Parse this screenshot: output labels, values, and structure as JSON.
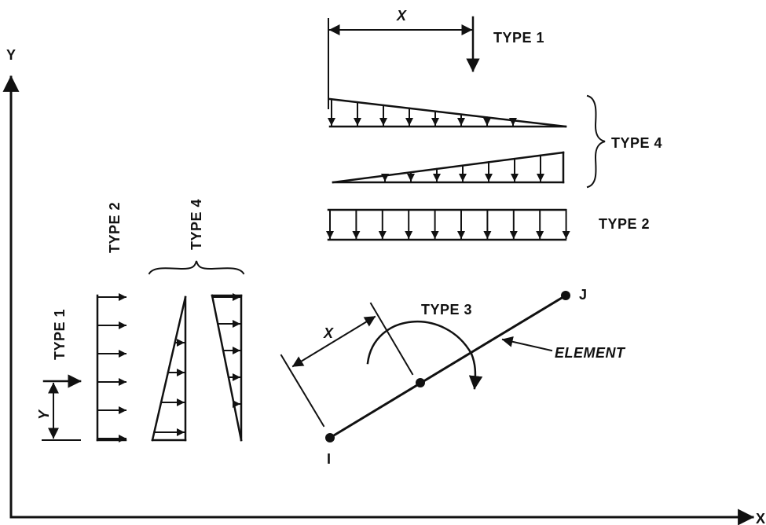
{
  "axes": {
    "y_label": "Y",
    "x_label": "X"
  },
  "labels": {
    "type1_top": "TYPE 1",
    "type4_right": "TYPE 4",
    "type2_right": "TYPE 2",
    "type2_vertical": "TYPE 2",
    "type4_vertical": "TYPE 4",
    "type1_vertical": "TYPE 1",
    "type3": "TYPE 3",
    "element": "ELEMENT",
    "node_i": "I",
    "node_j": "J",
    "dim_x_top": "X",
    "dim_x_element": "X",
    "dim_y": "Y"
  }
}
